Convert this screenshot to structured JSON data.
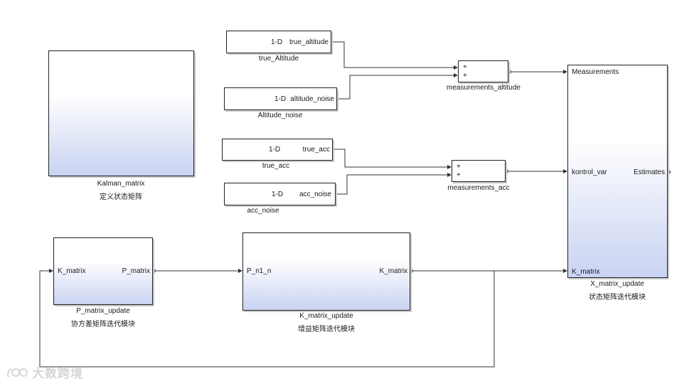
{
  "sources": {
    "true_altitude": {
      "dim": "1-D",
      "port": "true_altitude",
      "caption": "true_Altitude"
    },
    "altitude_noise": {
      "dim": "1-D",
      "port": "altitude_noise",
      "caption": "Altitude_noise"
    },
    "true_acc": {
      "dim": "1-D",
      "port": "true_acc",
      "caption": "true_acc"
    },
    "acc_noise": {
      "dim": "1-D",
      "port": "acc_noise",
      "caption": "acc_noise"
    }
  },
  "sums": {
    "altitude": {
      "sign1": "+",
      "sign2": "+",
      "caption": "measurements_altitude"
    },
    "acc": {
      "sign1": "+",
      "sign2": "+",
      "caption": "measurements_acc"
    }
  },
  "subsystems": {
    "kalman_matrix": {
      "name": "Kalman_matrix",
      "desc": "定义状态矩阵"
    },
    "p_matrix_update": {
      "in": "K_matrix",
      "out": "P_matrix",
      "name": "P_matrix_update",
      "desc": "协方差矩阵迭代模块"
    },
    "k_matrix_update": {
      "in": "P_n1_n",
      "out": "K_matrix",
      "name": "K_matrix_update",
      "desc": "增益矩阵迭代模块"
    },
    "x_matrix_update": {
      "in1": "Measurements",
      "in2": "kontrol_var",
      "in3": "K_matrix",
      "out": "Estimates",
      "name": "X_matrix_update",
      "desc": "状态矩阵迭代模块"
    }
  },
  "watermark": "大数跨境"
}
